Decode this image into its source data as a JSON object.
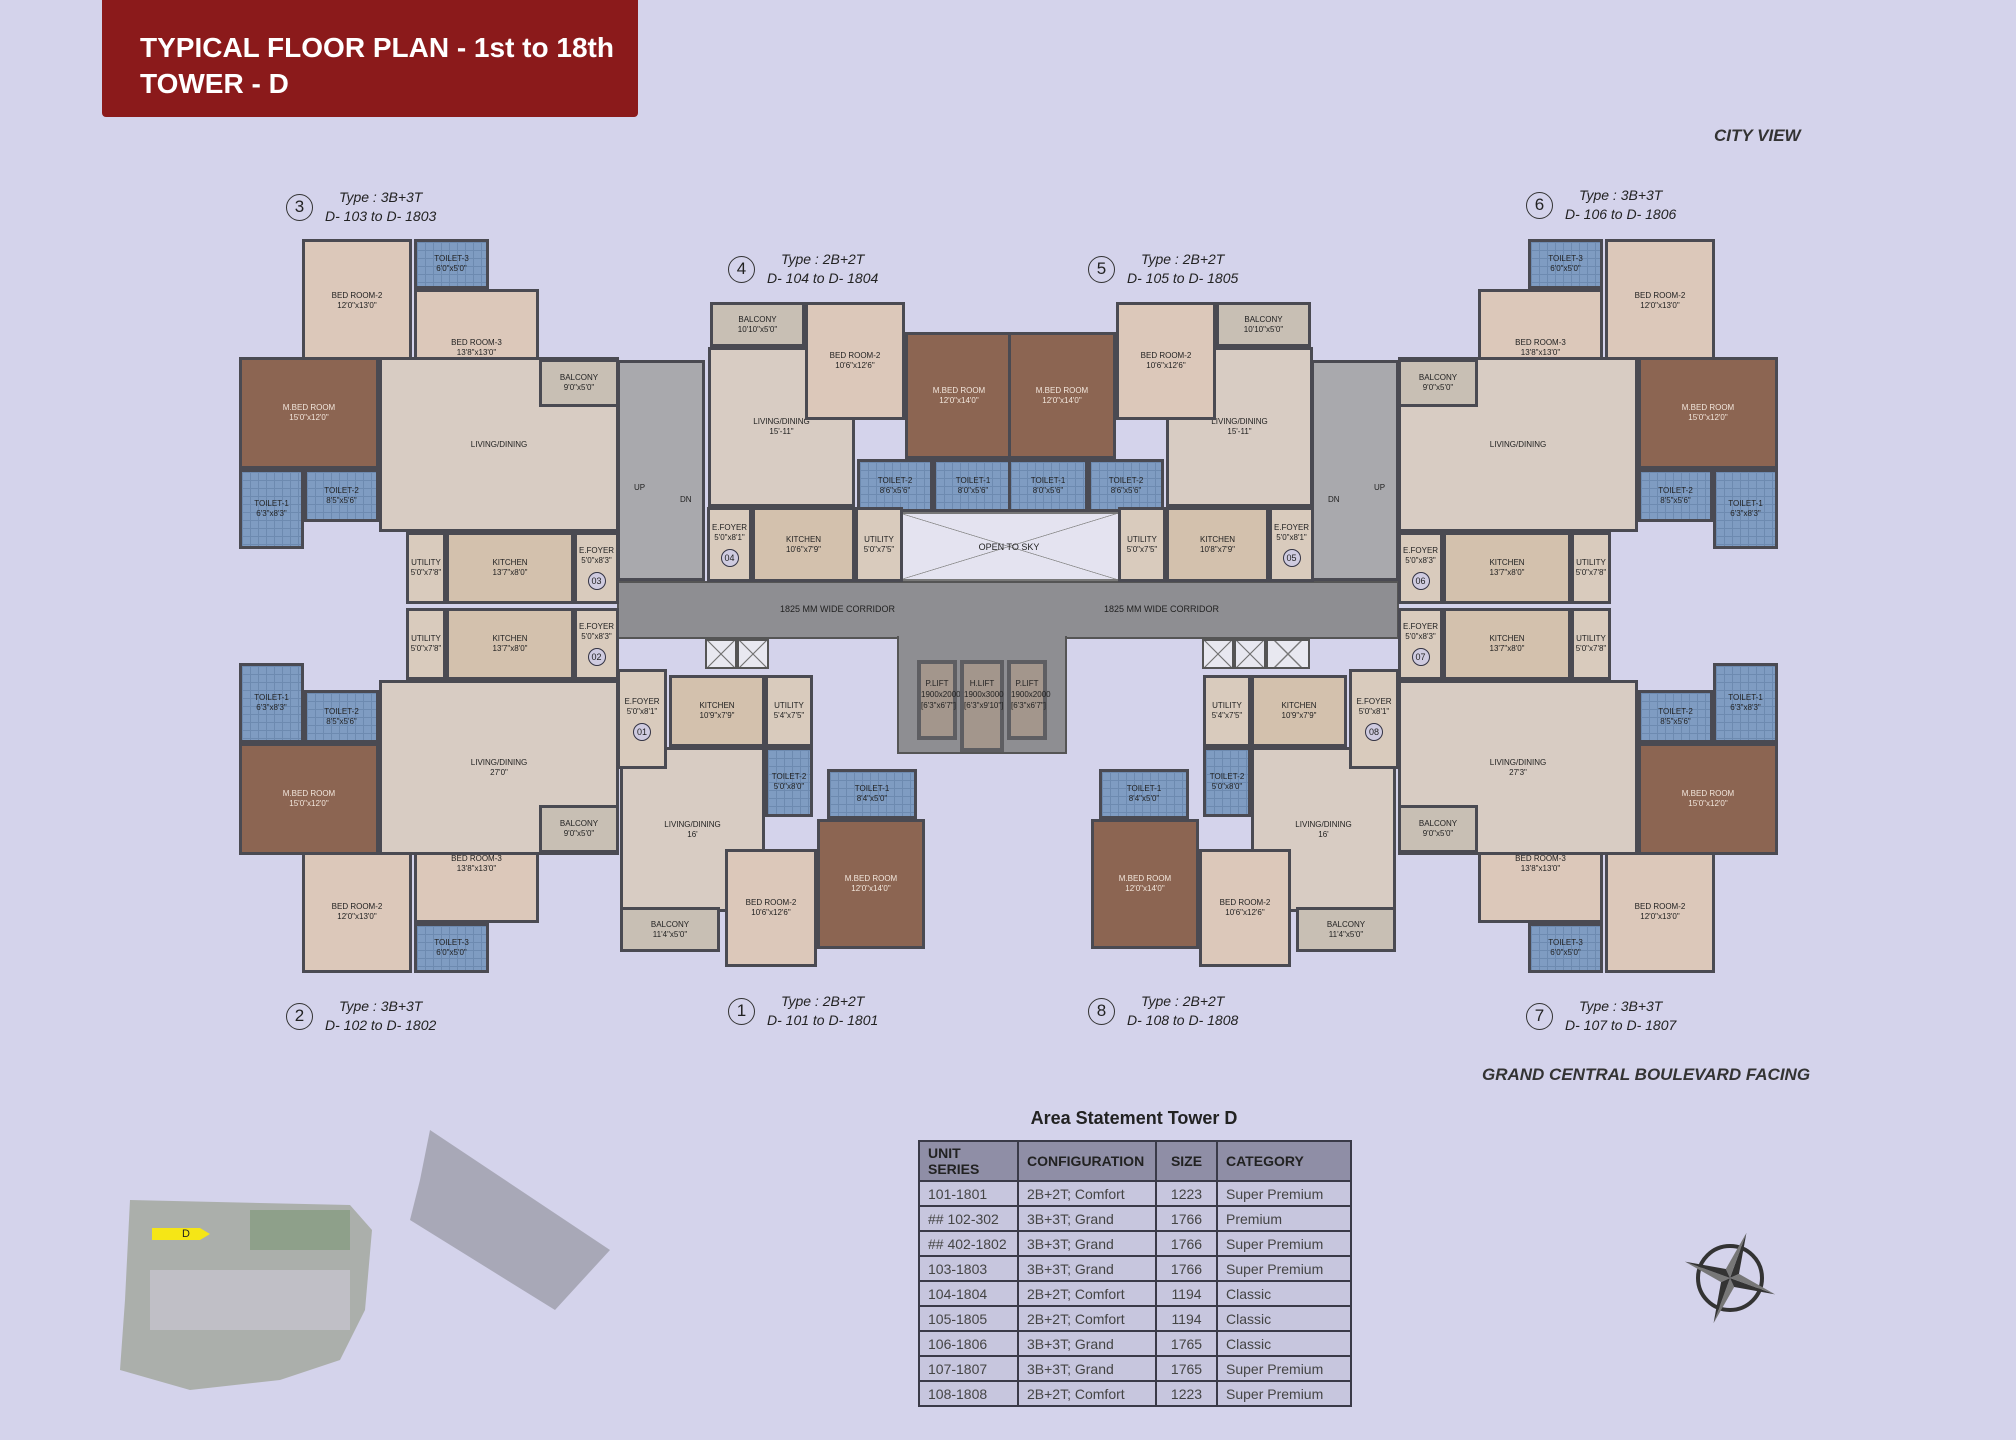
{
  "header": {
    "title_line1": "TYPICAL FLOOR PLAN - 1st to 18th",
    "title_line2": "TOWER - D"
  },
  "orientation": {
    "top": "CITY VIEW",
    "bottom": "GRAND CENTRAL BOULEVARD FACING"
  },
  "units": [
    {
      "num": "3",
      "type": "Type : 3B+3T",
      "range": "D- 103 to D- 1803",
      "door": "03",
      "rooms": [
        {
          "name": "BED ROOM-2",
          "dim": "12'0\"x13'0\""
        },
        {
          "name": "TOILET-3",
          "dim": "6'0\"x5'0\""
        },
        {
          "name": "BED ROOM-3",
          "dim": "13'8\"x13'0\""
        },
        {
          "name": "M.BED ROOM",
          "dim": "15'0\"x12'0\""
        },
        {
          "name": "TOILET-1",
          "dim": "6'3\"x8'3\""
        },
        {
          "name": "TOILET-2",
          "dim": "8'5\"x5'6\""
        },
        {
          "name": "LIVING/DINING",
          "dim": ""
        },
        {
          "name": "BALCONY",
          "dim": "9'0\"x5'0\""
        },
        {
          "name": "KITCHEN",
          "dim": "13'7\"x8'0\""
        },
        {
          "name": "UTILITY",
          "dim": "5'0\"x7'8\""
        },
        {
          "name": "E.FOYER",
          "dim": "5'0\"x8'3\""
        }
      ]
    },
    {
      "num": "2",
      "type": "Type : 3B+3T",
      "range": "D- 102 to D- 1802",
      "door": "02",
      "rooms": [
        {
          "name": "BED ROOM-2",
          "dim": "12'0\"x13'0\""
        },
        {
          "name": "TOILET-3",
          "dim": "6'0\"x5'0\""
        },
        {
          "name": "BED ROOM-3",
          "dim": "13'8\"x13'0\""
        },
        {
          "name": "M.BED ROOM",
          "dim": "15'0\"x12'0\""
        },
        {
          "name": "TOILET-1",
          "dim": "6'3\"x8'3\""
        },
        {
          "name": "TOILET-2",
          "dim": "8'5\"x5'6\""
        },
        {
          "name": "LIVING/DINING",
          "dim": "27'0\""
        },
        {
          "name": "BALCONY",
          "dim": "9'0\"x5'0\""
        },
        {
          "name": "KITCHEN",
          "dim": "13'7\"x8'0\""
        },
        {
          "name": "UTILITY",
          "dim": "5'0\"x7'8\""
        },
        {
          "name": "E.FOYER",
          "dim": "5'0\"x8'3\""
        }
      ]
    },
    {
      "num": "6",
      "type": "Type : 3B+3T",
      "range": "D- 106 to D- 1806",
      "door": "06",
      "rooms": [
        {
          "name": "BED ROOM-2",
          "dim": "12'0\"x13'0\""
        },
        {
          "name": "TOILET-3",
          "dim": "6'0\"x5'0\""
        },
        {
          "name": "BED ROOM-3",
          "dim": "13'8\"x13'0\""
        },
        {
          "name": "M.BED ROOM",
          "dim": "15'0\"x12'0\""
        },
        {
          "name": "TOILET-1",
          "dim": "6'3\"x8'3\""
        },
        {
          "name": "TOILET-2",
          "dim": "8'5\"x5'6\""
        },
        {
          "name": "LIVING/DINING",
          "dim": ""
        },
        {
          "name": "BALCONY",
          "dim": "9'0\"x5'0\""
        },
        {
          "name": "KITCHEN",
          "dim": "13'7\"x8'0\""
        },
        {
          "name": "UTILITY",
          "dim": "5'0\"x7'8\""
        },
        {
          "name": "E.FOYER",
          "dim": "5'0\"x8'3\""
        }
      ]
    },
    {
      "num": "7",
      "type": "Type : 3B+3T",
      "range": "D- 107 to D- 1807",
      "door": "07",
      "rooms": [
        {
          "name": "BED ROOM-2",
          "dim": "12'0\"x13'0\""
        },
        {
          "name": "TOILET-3",
          "dim": "6'0\"x5'0\""
        },
        {
          "name": "BED ROOM-3",
          "dim": "13'8\"x13'0\""
        },
        {
          "name": "M.BED ROOM",
          "dim": "15'0\"x12'0\""
        },
        {
          "name": "TOILET-1",
          "dim": "6'3\"x8'3\""
        },
        {
          "name": "TOILET-2",
          "dim": "8'5\"x5'6\""
        },
        {
          "name": "LIVING/DINING",
          "dim": "27'3\""
        },
        {
          "name": "BALCONY",
          "dim": "9'0\"x5'0\""
        },
        {
          "name": "KITCHEN",
          "dim": "13'7\"x8'0\""
        },
        {
          "name": "UTILITY",
          "dim": "5'0\"x7'8\""
        },
        {
          "name": "E.FOYER",
          "dim": "5'0\"x8'3\""
        }
      ]
    },
    {
      "num": "4",
      "type": "Type : 2B+2T",
      "range": "D- 104 to D- 1804",
      "door": "04",
      "rooms": [
        {
          "name": "LIVING/DINING",
          "dim": "15'-11\""
        },
        {
          "name": "BALCONY",
          "dim": "10'10\"x5'0\""
        },
        {
          "name": "BED ROOM-2",
          "dim": "10'6\"x12'6\""
        },
        {
          "name": "M.BED ROOM",
          "dim": "12'0\"x14'0\""
        },
        {
          "name": "TOILET-2",
          "dim": "8'6\"x5'6\""
        },
        {
          "name": "TOILET-1",
          "dim": "8'0\"x5'6\""
        },
        {
          "name": "E.FOYER",
          "dim": "5'0\"x8'1\""
        },
        {
          "name": "KITCHEN",
          "dim": "10'6\"x7'9\""
        },
        {
          "name": "UTILITY",
          "dim": "5'0\"x7'5\""
        }
      ]
    },
    {
      "num": "5",
      "type": "Type : 2B+2T",
      "range": "D- 105 to D- 1805",
      "door": "05",
      "rooms": [
        {
          "name": "LIVING/DINING",
          "dim": "15'-11\""
        },
        {
          "name": "BALCONY",
          "dim": "10'10\"x5'0\""
        },
        {
          "name": "BED ROOM-2",
          "dim": "10'6\"x12'6\""
        },
        {
          "name": "M.BED ROOM",
          "dim": "12'0\"x14'0\""
        },
        {
          "name": "TOILET-2",
          "dim": "8'6\"x5'6\""
        },
        {
          "name": "TOILET-1",
          "dim": "8'0\"x5'6\""
        },
        {
          "name": "E.FOYER",
          "dim": "5'0\"x8'1\""
        },
        {
          "name": "KITCHEN",
          "dim": "10'8\"x7'9\""
        },
        {
          "name": "UTILITY",
          "dim": "5'0\"x7'5\""
        }
      ]
    },
    {
      "num": "1",
      "type": "Type : 2B+2T",
      "range": "D- 101 to D- 1801",
      "door": "01",
      "rooms": [
        {
          "name": "LIVING/DINING",
          "dim": "16'"
        },
        {
          "name": "E.FOYER",
          "dim": "5'0\"x8'1\""
        },
        {
          "name": "KITCHEN",
          "dim": "10'9\"x7'9\""
        },
        {
          "name": "UTILITY",
          "dim": "5'4\"x7'5\""
        },
        {
          "name": "TOILET-2",
          "dim": "5'0\"x8'0\""
        },
        {
          "name": "TOILET-1",
          "dim": "8'4\"x5'0\""
        },
        {
          "name": "M.BED ROOM",
          "dim": "12'0\"x14'0\""
        },
        {
          "name": "BED ROOM-2",
          "dim": "10'6\"x12'6\""
        },
        {
          "name": "BALCONY",
          "dim": "11'4\"x5'0\""
        }
      ]
    },
    {
      "num": "8",
      "type": "Type : 2B+2T",
      "range": "D- 108 to D- 1808",
      "door": "08",
      "rooms": [
        {
          "name": "LIVING/DINING",
          "dim": "16'"
        },
        {
          "name": "E.FOYER",
          "dim": "5'0\"x8'1\""
        },
        {
          "name": "KITCHEN",
          "dim": "10'9\"x7'9\""
        },
        {
          "name": "UTILITY",
          "dim": "5'4\"x7'5\""
        },
        {
          "name": "TOILET-2",
          "dim": "5'0\"x8'0\""
        },
        {
          "name": "TOILET-1",
          "dim": "8'4\"x5'0\""
        },
        {
          "name": "M.BED ROOM",
          "dim": "12'0\"x14'0\""
        },
        {
          "name": "BED ROOM-2",
          "dim": "10'6\"x12'6\""
        },
        {
          "name": "BALCONY",
          "dim": "11'4\"x5'0\""
        }
      ]
    }
  ],
  "core": {
    "corridor_label": "1825 MM WIDE CORRIDOR",
    "open_to_sky": "OPEN TO SKY",
    "stair_up": "UP",
    "stair_down": "DN",
    "lifts": [
      {
        "name": "P.LIFT",
        "size": "1900x2000",
        "imperial": "[6'3\"x6'7\"]"
      },
      {
        "name": "H.LIFT",
        "size": "1900x3000",
        "imperial": "[6'3\"x9'10\"]"
      },
      {
        "name": "P.LIFT",
        "size": "1900x2000",
        "imperial": "[6'3\"x6'7\"]"
      }
    ]
  },
  "site_map": {
    "tower_marker": "D",
    "marker_color": "#f5e616"
  },
  "area_table": {
    "title": "Area Statement Tower D",
    "headers": [
      "UNIT SERIES",
      "CONFIGURATION",
      "SIZE",
      "CATEGORY"
    ],
    "rows": [
      [
        "101-1801",
        "2B+2T; Comfort",
        "1223",
        "Super Premium"
      ],
      [
        "## 102-302",
        "3B+3T; Grand",
        "1766",
        "Premium"
      ],
      [
        "## 402-1802",
        "3B+3T; Grand",
        "1766",
        "Super Premium"
      ],
      [
        "103-1803",
        "3B+3T; Grand",
        "1766",
        "Super Premium"
      ],
      [
        "104-1804",
        "2B+2T; Comfort",
        "1194",
        "Classic"
      ],
      [
        "105-1805",
        "2B+2T; Comfort",
        "1194",
        "Classic"
      ],
      [
        "106-1806",
        "3B+3T; Grand",
        "1765",
        "Classic"
      ],
      [
        "107-1807",
        "3B+3T; Grand",
        "1765",
        "Super Premium"
      ],
      [
        "108-1808",
        "2B+2T; Comfort",
        "1223",
        "Super Premium"
      ]
    ]
  },
  "colors": {
    "title_bg": "#8b1a1b",
    "page_bg": "#d4d3eb"
  }
}
